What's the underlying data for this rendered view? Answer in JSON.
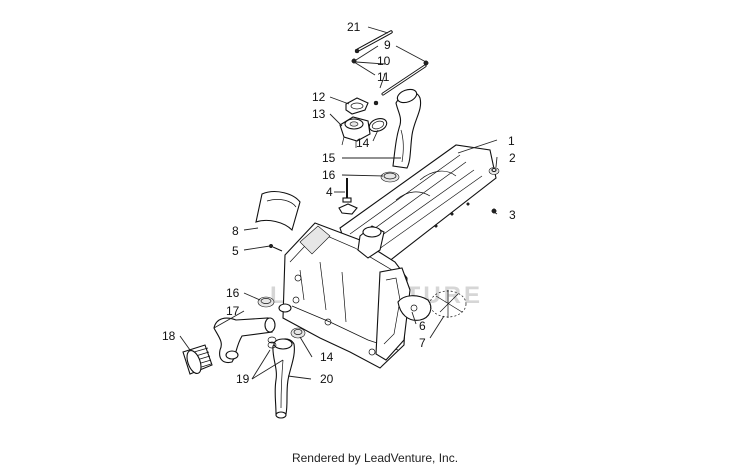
{
  "diagram": {
    "callouts": [
      "1",
      "2",
      "3",
      "4",
      "5",
      "6",
      "7",
      "8",
      "9",
      "10",
      "11",
      "12",
      "13",
      "14",
      "14",
      "15",
      "16",
      "16",
      "17",
      "18",
      "19",
      "20",
      "21"
    ],
    "watermark": "LEADVENTURE"
  },
  "footer": {
    "text": "Rendered by LeadVenture, Inc."
  }
}
